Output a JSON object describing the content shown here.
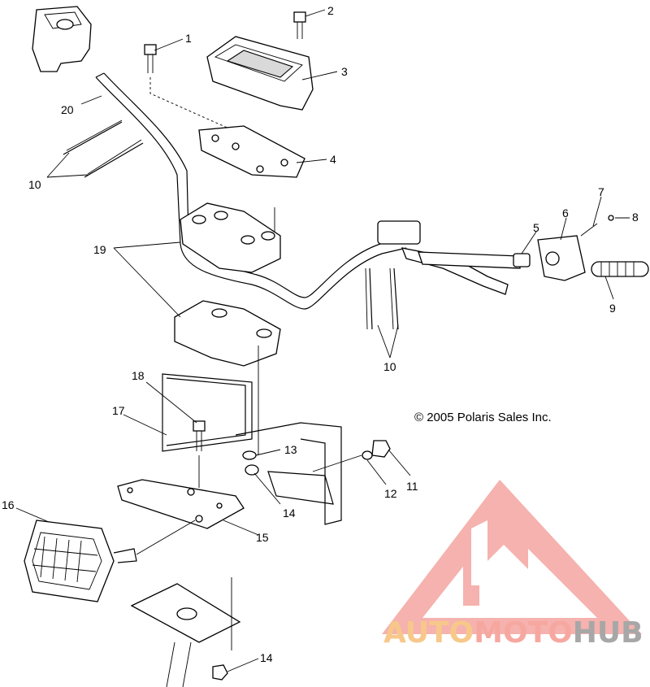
{
  "diagram": {
    "copyright": "© 2005 Polaris Sales Inc.",
    "callouts": {
      "c1": "1",
      "c2": "2",
      "c3": "3",
      "c4": "4",
      "c5": "5",
      "c6": "6",
      "c7": "7",
      "c8": "8",
      "c9": "9",
      "c10a": "10",
      "c10b": "10",
      "c11": "11",
      "c12": "12",
      "c13": "13",
      "c14a": "14",
      "c14b": "14",
      "c15": "15",
      "c16": "16",
      "c17": "17",
      "c18": "18",
      "c19": "19",
      "c20": "20"
    }
  },
  "watermark": {
    "brand_part1": "AUTO",
    "brand_part2": "MOTO",
    "brand_part3": "HUB",
    "colors": {
      "part1": "#f7c88a",
      "part2": "#f6a8a0",
      "part3": "#a7a7a7",
      "logo": "#f4a5a0"
    }
  }
}
